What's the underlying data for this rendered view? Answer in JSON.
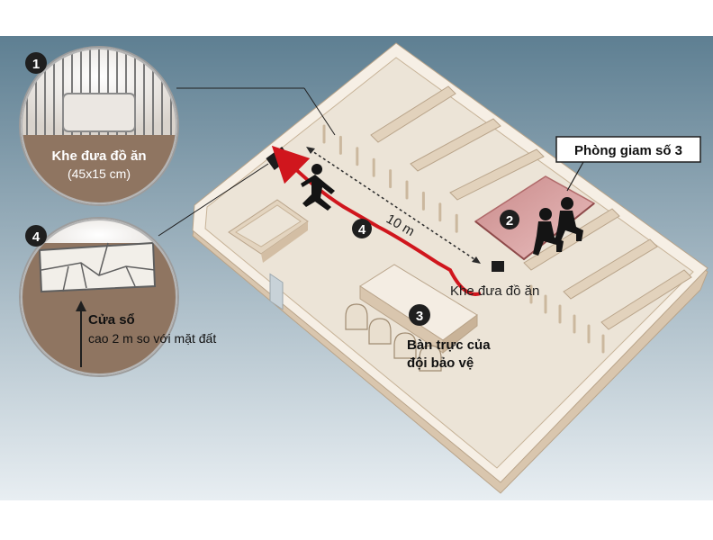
{
  "colors": {
    "background_top": "#5e7f92",
    "background_bottom": "#e8eef2",
    "floor": "#ece4d7",
    "wall_top": "#f6efe5",
    "wall_side": "#d9c6ae",
    "escape_path": "#d0161d",
    "cell_highlight": "#e3a9a9",
    "marker": "#1f1f1f"
  },
  "callouts": [
    {
      "number": "1",
      "title": "Khe đưa đồ ăn",
      "detail": "(45x15 cm)"
    },
    {
      "number": "4",
      "line1": "Cửa sổ",
      "line2": "cao 2 m so với mặt đất"
    }
  ],
  "labels": {
    "cell": "Phòng giam số 3",
    "food_slot": "Khe đưa đồ ăn",
    "distance": "10 m",
    "guard_desk_line1": "Bàn trực của",
    "guard_desk_line2": "đội bảo vệ"
  },
  "markers": [
    "2",
    "3",
    "4"
  ],
  "icons": [
    "running-person-icon",
    "seated-prisoner-icon",
    "up-arrow-icon",
    "dashed-double-arrow-icon"
  ]
}
